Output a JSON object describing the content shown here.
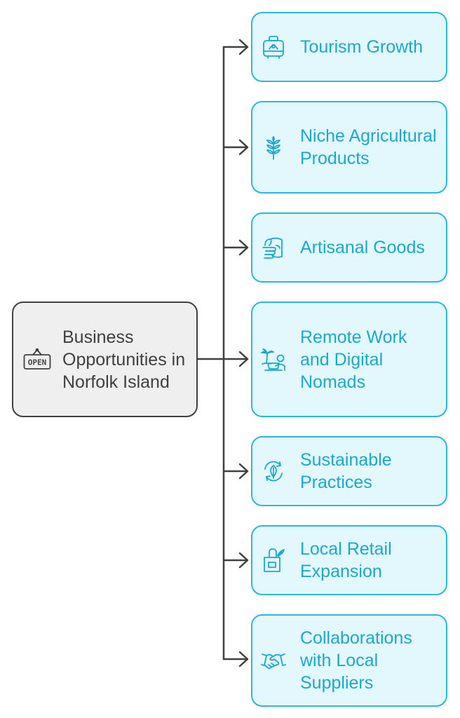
{
  "root": {
    "label": "Business Opportunities in Norfolk Island",
    "icon": "open-sign-icon",
    "sign_text": "OPEN"
  },
  "branches": [
    {
      "label": "Tourism Growth",
      "icon": "suitcase-icon"
    },
    {
      "label": "Niche Agricultural Products",
      "icon": "wheat-icon"
    },
    {
      "label": "Artisanal Goods",
      "icon": "crafting-hands-icon"
    },
    {
      "label": "Remote Work and Digital Nomads",
      "icon": "laptop-palm-tree-icon"
    },
    {
      "label": "Sustainable Practices",
      "icon": "recycle-leaf-icon"
    },
    {
      "label": "Local Retail Expansion",
      "icon": "shopping-bag-icon"
    },
    {
      "label": "Collaborations with Local Suppliers",
      "icon": "handshake-icon"
    }
  ],
  "colors": {
    "root_fill": "#efefef",
    "root_border": "#404040",
    "branch_fill": "#e3f8fd",
    "branch_border": "#2bb7da",
    "branch_text": "#1aa8cc",
    "connector": "#404040"
  }
}
